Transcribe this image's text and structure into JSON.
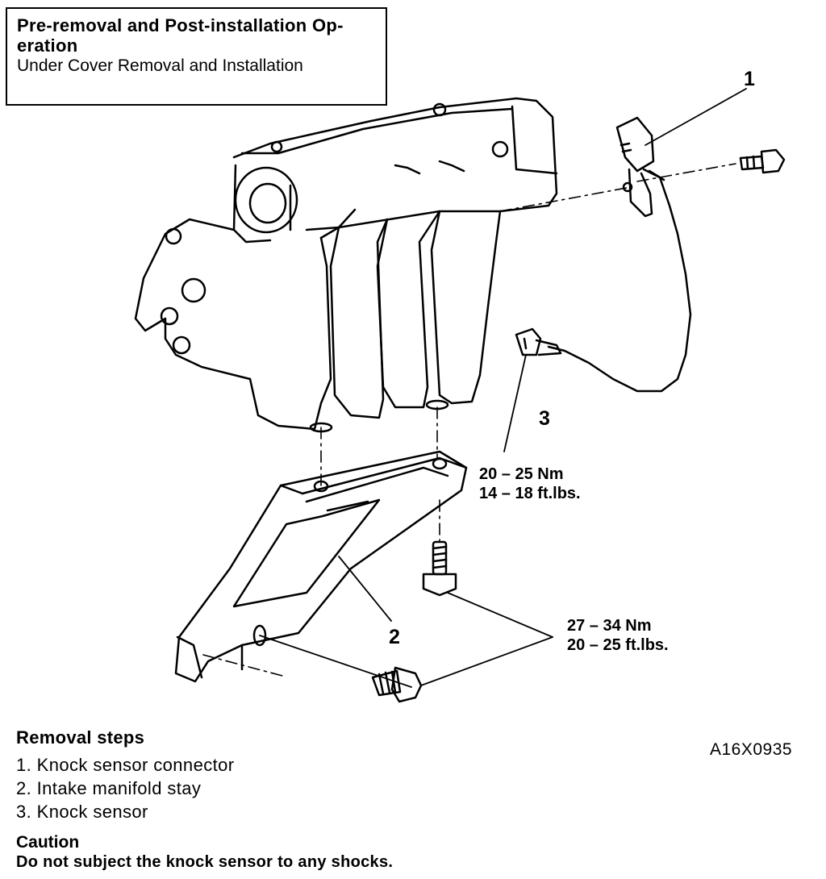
{
  "header": {
    "line1": "Pre-removal and Post-installation Op-",
    "line2": "eration",
    "line3": "Under Cover Removal and Installation"
  },
  "callouts": {
    "c1": "1",
    "c2": "2",
    "c3": "3"
  },
  "torque": {
    "sensor_nm": "20 – 25 Nm",
    "sensor_ft": "14 – 18 ft.lbs.",
    "stay_nm": "27 – 34 Nm",
    "stay_ft": "20 – 25 ft.lbs."
  },
  "figure_code": "A16X0935",
  "removal": {
    "title": "Removal steps",
    "steps": [
      "1. Knock sensor connector",
      "2. Intake manifold stay",
      "3. Knock sensor"
    ]
  },
  "caution": {
    "title": "Caution",
    "text": "Do not subject the knock sensor to any shocks."
  }
}
